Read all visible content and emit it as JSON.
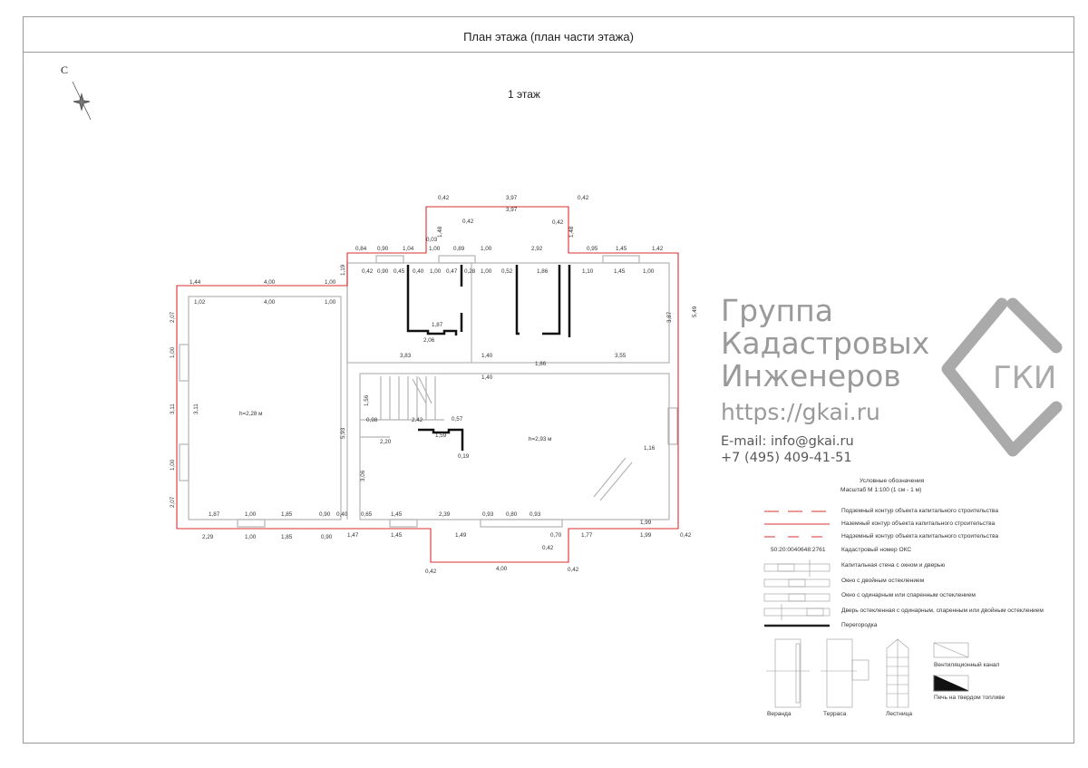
{
  "header": {
    "title": "План этажа (план части этажа)"
  },
  "floor_label": "1 этаж",
  "compass": {
    "north_letter": "С"
  },
  "plan": {
    "dims": [
      "0,42",
      "3,97",
      "0,42",
      "3,97",
      "0,42",
      "0,42",
      "1,48",
      "1,48",
      "0,03",
      "0,84",
      "0,90",
      "1,04",
      "1,00",
      "0,89",
      "1,00",
      "2,92",
      "0,95",
      "1,45",
      "1,42",
      "1,44",
      "4,00",
      "1,00",
      "1,19",
      "0,42",
      "0,90",
      "0,45",
      "0,40",
      "1,00",
      "0,47",
      "0,28",
      "1,00",
      "0,52",
      "1,86",
      "1,10",
      "1,45",
      "1,00",
      "1,02",
      "4,00",
      "1,00",
      "2,07",
      "5,49",
      "3,87",
      "1,87",
      "2,06",
      "3,83",
      "1,40",
      "3,55",
      "1,86",
      "1,40",
      "1,00",
      "3,11",
      "3,11",
      "h=2,28 м",
      "5,93",
      "h=2,93 м",
      "1,16",
      "1,00",
      "2,07",
      "1,87",
      "1,00",
      "1,85",
      "0,90",
      "0,40",
      "0,65",
      "1,45",
      "2,39",
      "0,93",
      "0,80",
      "0,93",
      "2,29",
      "1,00",
      "1,85",
      "0,90",
      "1,47",
      "1,45",
      "1,49",
      "0,70",
      "1,77",
      "1,99",
      "1,99",
      "0,42",
      "4,00",
      "0,42",
      "0,42",
      "0,42",
      "2,42",
      "0,57",
      "1,59",
      "0,19",
      "2,20",
      "3,06",
      "1,56",
      "0,98"
    ],
    "outline_color": "#d9302f",
    "wall_color": "#b5b5b5"
  },
  "watermark": {
    "logo_text": "ГКИ",
    "line1": "Группа",
    "line2": "Кадастровых",
    "line3": "Инженеров",
    "url": "https://gkai.ru",
    "email": "E-mail: info@gkai.ru",
    "phone": "+7 (495) 409-41-51"
  },
  "legend": {
    "title": "Условные обозначения",
    "scale": "Масштаб М 1:100 (1 см - 1 м)",
    "items": [
      {
        "label": "Подземный контур объекта капитального строительства"
      },
      {
        "label": "Наземный контур объекта капитального строительства"
      },
      {
        "label": "Надземный контур объекта капитального строительства"
      },
      {
        "label": "Кадастровый номер ОКС",
        "sample": "50:20:0040648:2761"
      },
      {
        "label": "Капитальная стена с окном и дверью"
      },
      {
        "label": "Окно с двойным остеклением"
      },
      {
        "label": "Окно с одинарным или спаренным остеклением"
      },
      {
        "label": "Дверь остекленная с одинарным, спаренным или двойным остеклением"
      },
      {
        "label": "Перегородка"
      }
    ],
    "symbols": {
      "veranda": "Веранда",
      "terrace": "Терраса",
      "stairs": "Лестница",
      "vent": "Вентиляционный канал",
      "stove": "Печь на твердом топливе"
    }
  }
}
